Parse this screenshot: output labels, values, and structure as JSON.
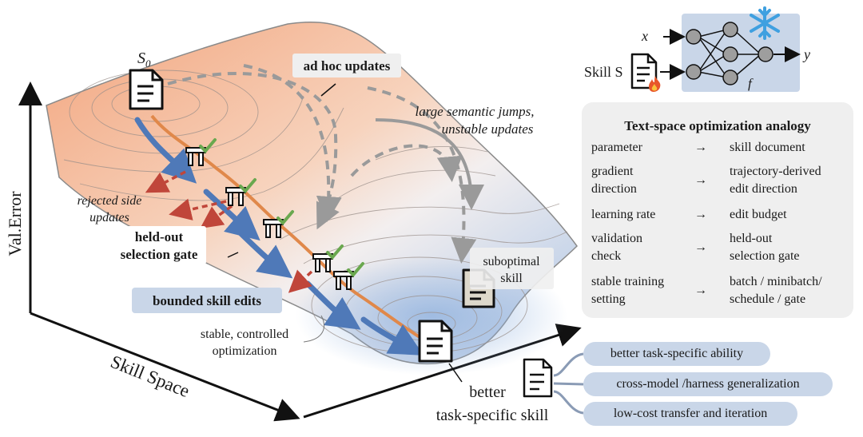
{
  "landscape": {
    "start_label": "S",
    "start_sub": "0",
    "ad_hoc_label": "ad hoc updates",
    "large_jumps_line1": "large semantic jumps,",
    "large_jumps_line2": "unstable updates",
    "rejected_line1": "rejected side",
    "rejected_line2": "updates",
    "gate_line1": "held-out",
    "gate_line2": "selection gate",
    "bounded_label": "bounded skill edits",
    "suboptimal_line1": "suboptimal",
    "suboptimal_line2": "skill",
    "stable_line1": "stable, controlled",
    "stable_line2": "optimization",
    "better_line1": "better",
    "better_line2": "task-specific skill"
  },
  "axes": {
    "y_label": "Val.Error",
    "x_label": "Skill Space"
  },
  "network": {
    "input_x": "x",
    "input_skill": "Skill S",
    "output_y": "y",
    "function_f": "f"
  },
  "analogy": {
    "title": "Text-space optimization analogy",
    "arrow": "→",
    "rows": [
      {
        "left1": "parameter",
        "left2": "",
        "right1": "skill document",
        "right2": ""
      },
      {
        "left1": "gradient",
        "left2": "direction",
        "right1": "trajectory-derived",
        "right2": "edit direction"
      },
      {
        "left1": "learning rate",
        "left2": "",
        "right1": "edit budget",
        "right2": ""
      },
      {
        "left1": "validation",
        "left2": "check",
        "right1": "held-out",
        "right2": "selection gate"
      },
      {
        "left1": "stable training",
        "left2": "setting",
        "right1": "batch / minibatch/",
        "right2": "schedule / gate"
      }
    ]
  },
  "benefits": [
    "better task-specific ability",
    "cross-model /harness generalization",
    "low-cost transfer and iteration"
  ],
  "colors": {
    "surface_warm": "#f2a57e",
    "surface_cool": "#a9c3e6",
    "path_blue": "#4f79b8",
    "path_orange": "#e0884a",
    "rejected_red": "#c0463a",
    "check_green": "#6aa84f",
    "dashed_gray": "#9a9a9a",
    "pill_blue": "#c9d6e8",
    "snow_blue": "#3fa0e0"
  }
}
